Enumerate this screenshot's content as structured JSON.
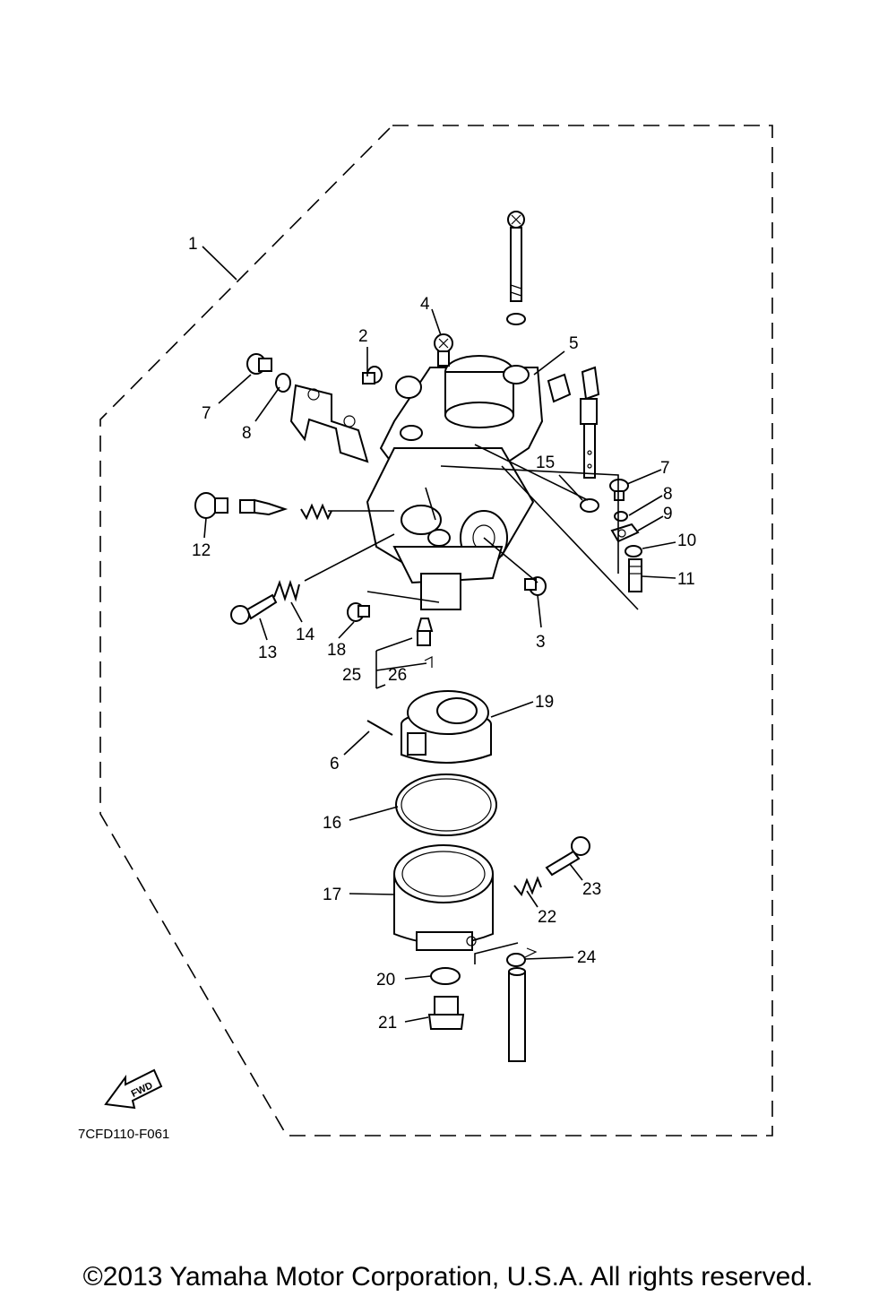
{
  "labels": {
    "l1": "1",
    "l2": "2",
    "l3": "3",
    "l4": "4",
    "l5": "5",
    "l6": "6",
    "l7a": "7",
    "l7b": "7",
    "l8a": "8",
    "l8b": "8",
    "l9": "9",
    "l10": "10",
    "l11": "11",
    "l12": "12",
    "l13": "13",
    "l14": "14",
    "l15": "15",
    "l16": "16",
    "l17": "17",
    "l18": "18",
    "l19": "19",
    "l20": "20",
    "l21": "21",
    "l22": "22",
    "l23": "23",
    "l24": "24",
    "l25": "25",
    "l26": "26"
  },
  "fwd_label": "FWD",
  "drawing_id": "7CFD110-F061",
  "copyright": "©2013 Yamaha Motor Corporation, U.S.A. All rights reserved."
}
